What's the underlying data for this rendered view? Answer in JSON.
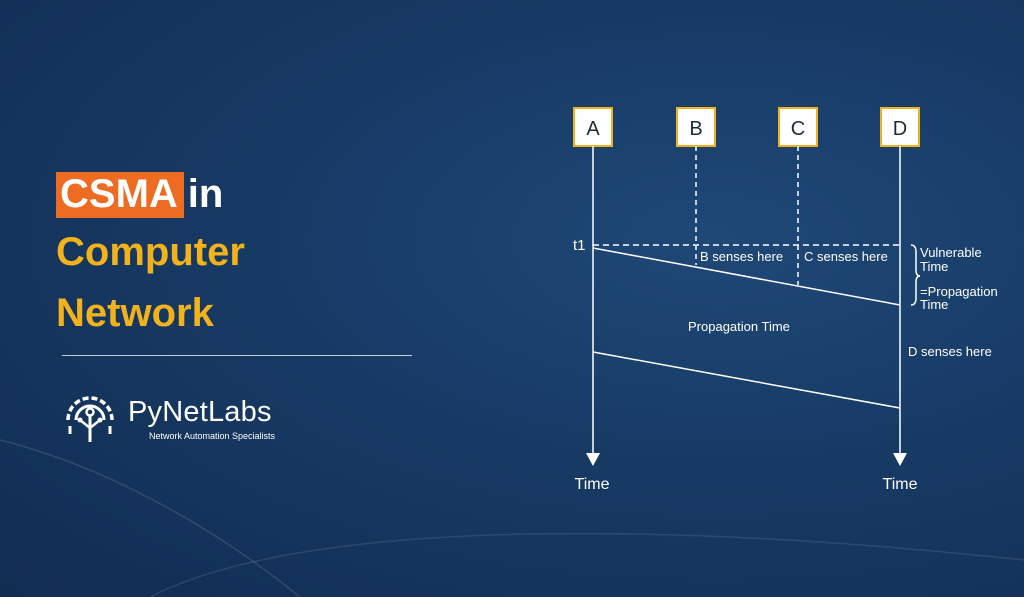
{
  "title": {
    "highlight": "CSMA",
    "connector": "in",
    "line2": "Computer",
    "line3": "Network"
  },
  "brand": {
    "name": "PyNetLabs",
    "tagline": "Network Automation Specialists"
  },
  "colors": {
    "background": "#173a64",
    "accent_orange": "#ee6b22",
    "accent_yellow": "#f2b21b",
    "node_fill": "#ffffff",
    "node_border": "#f2b21b"
  },
  "diagram": {
    "nodes": [
      "A",
      "B",
      "C",
      "D"
    ],
    "t1_label": "t1",
    "b_senses": "B senses here",
    "c_senses": "C senses here",
    "d_senses": "D senses here",
    "vulnerable_line1": "Vulnerable",
    "vulnerable_line2": "Time",
    "propagation_eq_line1": "=Propagation",
    "propagation_eq_line2": "Time",
    "propagation_time": "Propagation Time",
    "time_left": "Time",
    "time_right": "Time"
  }
}
